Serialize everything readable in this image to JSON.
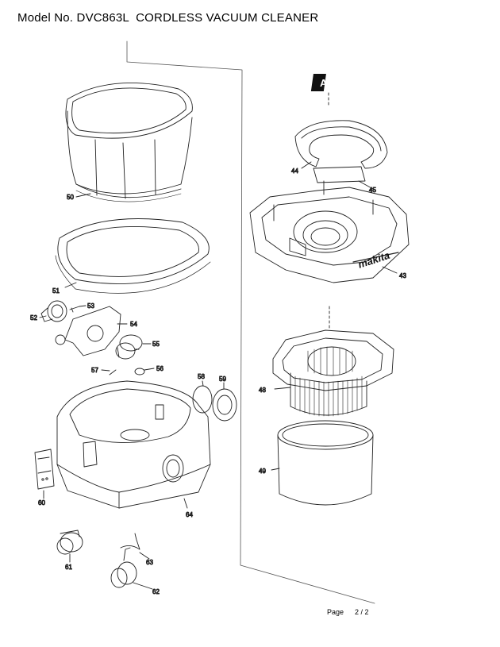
{
  "header": {
    "title": "Model No. DVC863L  CORDLESS VACUUM CLEANER"
  },
  "diagram": {
    "section_marker": "A",
    "brand_text": "makita",
    "parts": {
      "p43": "43",
      "p44": "44",
      "p45": "45",
      "p48": "48",
      "p49": "49",
      "p50": "50",
      "p51": "51",
      "p52": "52",
      "p53": "53",
      "p54": "54",
      "p55": "55",
      "p56": "56",
      "p57": "57",
      "p58": "58",
      "p59": "59",
      "p60": "60",
      "p61": "61",
      "p62": "62",
      "p63": "63",
      "p64": "64"
    }
  },
  "footer": {
    "page_label": "Page",
    "page_number": "2 / 2"
  }
}
